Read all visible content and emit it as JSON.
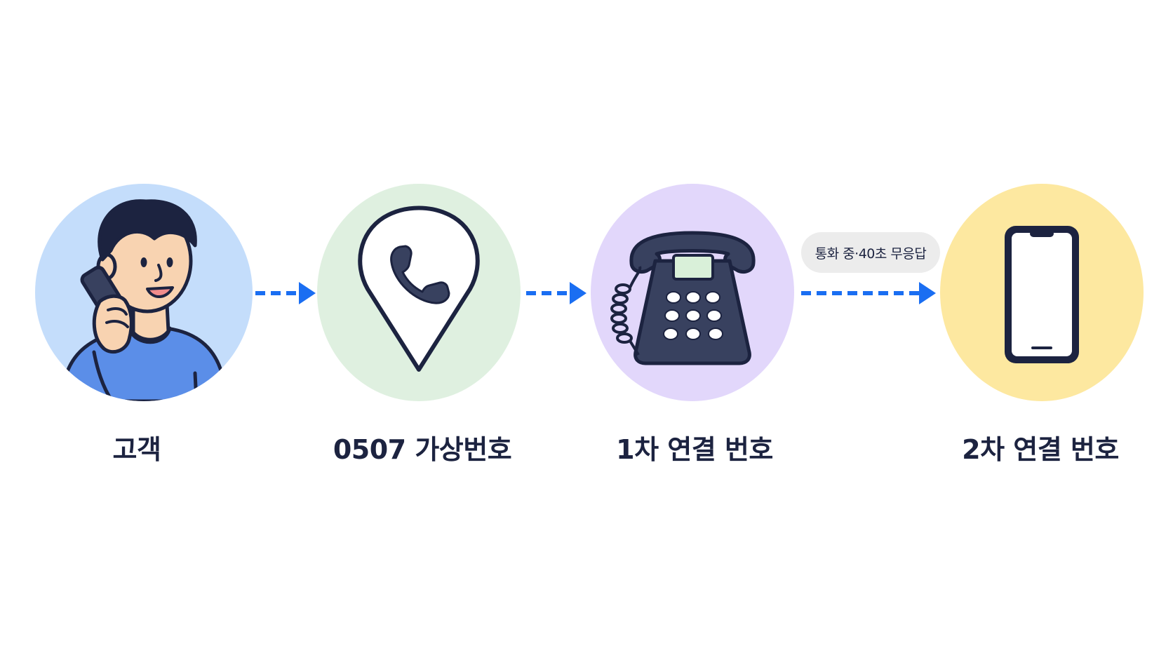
{
  "colors": {
    "accent_arrow": "#1a6ef2",
    "customer_bg": "#c4ddfb",
    "virtual_bg": "#dff0e0",
    "primary_bg": "#e2d7fb",
    "secondary_bg": "#fde8a0",
    "pill_bg": "#ececec",
    "ink": "#1c2340"
  },
  "steps": [
    {
      "label": "고객",
      "icon": "person-on-phone-icon"
    },
    {
      "label": "0507 가상번호",
      "icon": "phone-location-pin-icon"
    },
    {
      "label": "1차 연결 번호",
      "icon": "desk-telephone-icon"
    },
    {
      "label": "2차 연결 번호",
      "icon": "smartphone-icon"
    }
  ],
  "transfer_condition": "통화 중·40초 무응답"
}
